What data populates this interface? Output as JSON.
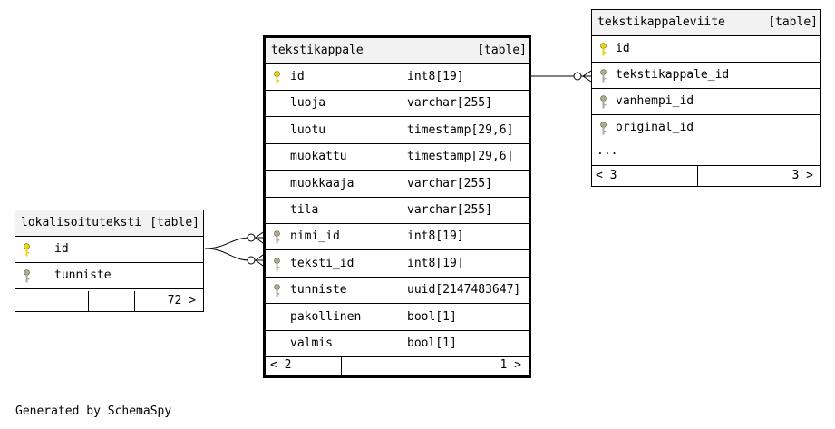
{
  "tables": {
    "lokalisoituteksti": {
      "name": "lokalisoituteksti",
      "type": "[table]",
      "columns": [
        {
          "name": "id",
          "key": "primary"
        },
        {
          "name": "tunniste",
          "key": "foreign"
        }
      ],
      "footer": {
        "parents": "",
        "children": "72 >"
      }
    },
    "tekstikappale": {
      "name": "tekstikappale",
      "type": "[table]",
      "columns": [
        {
          "name": "id",
          "datatype": "int8[19]",
          "key": "primary"
        },
        {
          "name": "luoja",
          "datatype": "varchar[255]",
          "key": ""
        },
        {
          "name": "luotu",
          "datatype": "timestamp[29,6]",
          "key": ""
        },
        {
          "name": "muokattu",
          "datatype": "timestamp[29,6]",
          "key": ""
        },
        {
          "name": "muokkaaja",
          "datatype": "varchar[255]",
          "key": ""
        },
        {
          "name": "tila",
          "datatype": "varchar[255]",
          "key": ""
        },
        {
          "name": "nimi_id",
          "datatype": "int8[19]",
          "key": "foreign"
        },
        {
          "name": "teksti_id",
          "datatype": "int8[19]",
          "key": "foreign"
        },
        {
          "name": "tunniste",
          "datatype": "uuid[2147483647]",
          "key": "foreign"
        },
        {
          "name": "pakollinen",
          "datatype": "bool[1]",
          "key": ""
        },
        {
          "name": "valmis",
          "datatype": "bool[1]",
          "key": ""
        }
      ],
      "footer": {
        "parents": "< 2",
        "children": "1 >"
      }
    },
    "tekstikappaleviite": {
      "name": "tekstikappaleviite",
      "type": "[table]",
      "columns": [
        {
          "name": "id",
          "key": "primary"
        },
        {
          "name": "tekstikappale_id",
          "key": "foreign"
        },
        {
          "name": "vanhempi_id",
          "key": "foreign"
        },
        {
          "name": "original_id",
          "key": "foreign"
        }
      ],
      "more": "...",
      "footer": {
        "parents": "< 3",
        "children": "3 >"
      }
    }
  },
  "colors": {
    "primary_key": "#e8d21a",
    "foreign_key": "#a8a8a8",
    "header_bg": "#f2f2f2"
  },
  "generated_by": "Generated by SchemaSpy"
}
